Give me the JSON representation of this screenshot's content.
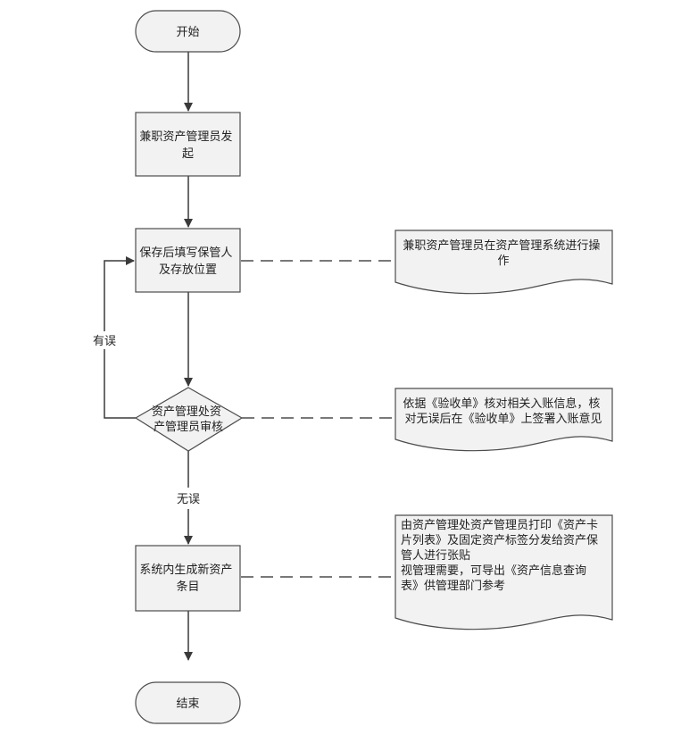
{
  "colors": {
    "shape_fill": "#f2f2f2",
    "stroke": "#4d4d4d",
    "arrow": "#3a3a3a",
    "text": "#222222"
  },
  "nodes": {
    "start": "开始",
    "initiate": [
      "兼职资产管理员发",
      "起"
    ],
    "fill_in": [
      "保存后填写保管人",
      "及存放位置"
    ],
    "review": [
      "资产管理处资",
      "产管理员审核"
    ],
    "generate": [
      "系统内生成新资产",
      "条目"
    ],
    "end": "结束"
  },
  "notes": {
    "operate": [
      "兼职资产管理员在资产管理系统进行操",
      "作"
    ],
    "verify": [
      "依据《验收单》核对相关入账信息，核",
      "对无误后在《验收单》上签署入账意见"
    ],
    "print": [
      "由资产管理处资产管理员打印《资产卡",
      "片列表》及固定资产标签分发给资产保",
      "管人进行张贴",
      "",
      "视管理需要，可导出《资产信息查询",
      "表》供管理部门参考"
    ]
  },
  "edge_labels": {
    "error": "有误",
    "ok": "无误"
  }
}
